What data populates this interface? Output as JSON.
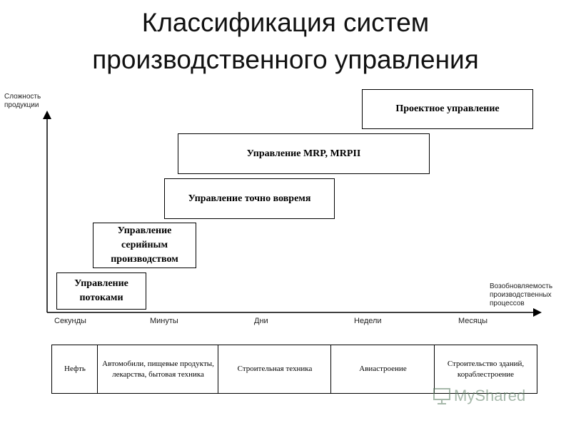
{
  "title": {
    "line1": "Классификация систем",
    "line2": "производственного управления"
  },
  "y_axis": {
    "line1": "Сложность",
    "line2": "продукции"
  },
  "x_axis": {
    "line1": "Возобновляемость",
    "line2": "производственных",
    "line3": "процессов"
  },
  "ticks": [
    "Секунды",
    "Минуты",
    "Дни",
    "Недели",
    "Месяцы"
  ],
  "systems": {
    "project": "Проектное управление",
    "mrp": "Управление MRP, MRPII",
    "jit": "Управление точно вовремя",
    "serial": "Управление серийным производством",
    "flow": "Управление потоками"
  },
  "industries": {
    "oil": "Нефть",
    "auto": "Автомобили, пищевые продукты, лекарства, бытовая техника",
    "construction_equipment": "Строительная техника",
    "aircraft": "Авиастроение",
    "building": "Строительство зданий, кораблестроение"
  },
  "watermark": "MyShared"
}
